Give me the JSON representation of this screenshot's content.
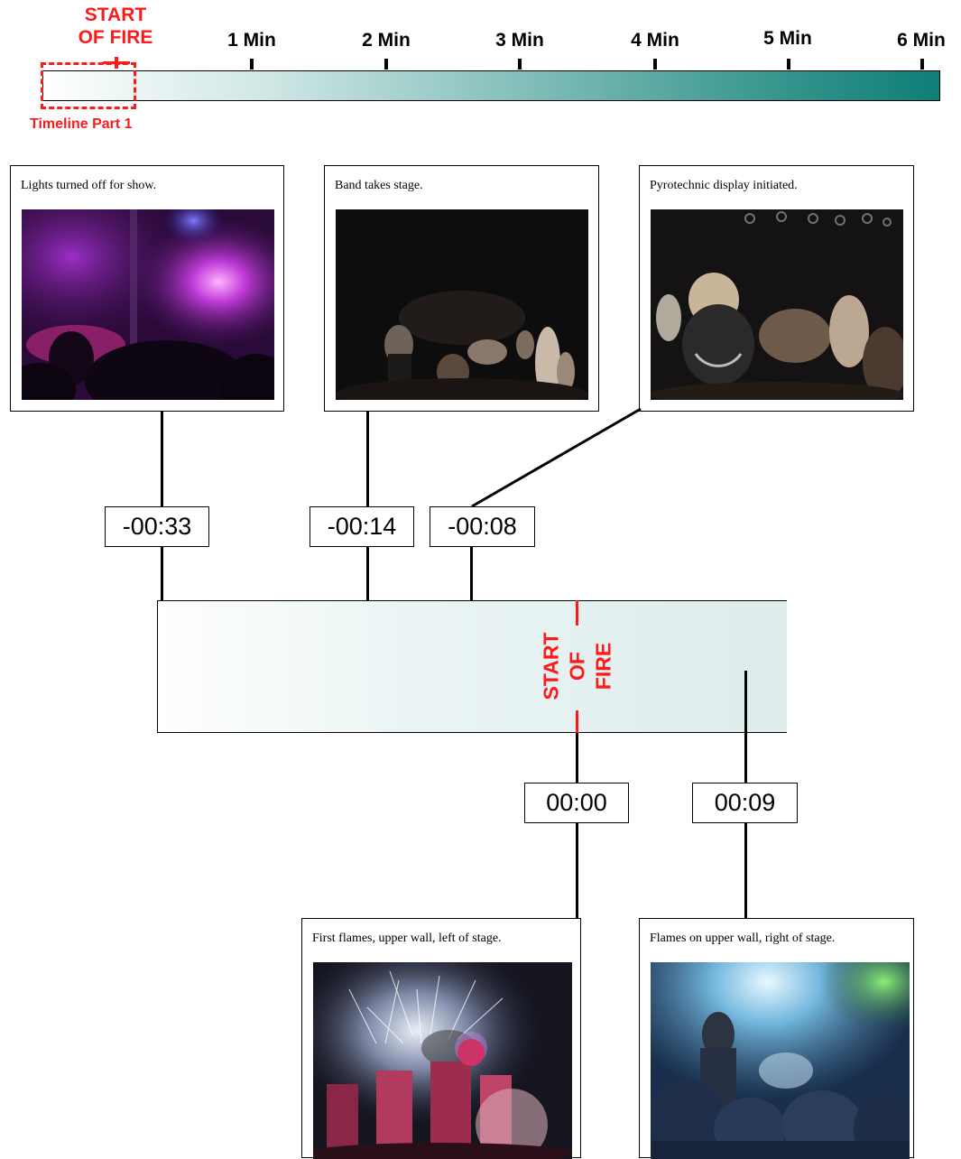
{
  "top_timeline": {
    "start_label_line1": "START",
    "start_label_line2": "OF FIRE",
    "minute_labels": [
      "1 Min",
      "2 Min",
      "3 Min",
      "4 Min",
      "5 Min",
      "6 Min"
    ],
    "part_label": "Timeline Part 1"
  },
  "events_before": [
    {
      "caption": "Lights turned off for show.",
      "time": "-00:33",
      "photo": "concert-purple-lights"
    },
    {
      "caption": "Band takes stage.",
      "time": "-00:14",
      "photo": "dark-crowd-stage"
    },
    {
      "caption": "Pyrotechnic display initiated.",
      "time": "-00:08",
      "photo": "crowd-pyrotechnic"
    }
  ],
  "zoom_timeline": {
    "start_label_line1": "START",
    "start_label_line2": "OF",
    "start_label_line3": "FIRE"
  },
  "events_after": [
    {
      "caption": "First flames, upper wall, left of stage.",
      "time": "00:00",
      "photo": "sparks-upper-wall"
    },
    {
      "caption": "Flames on upper wall, right of stage.",
      "time": "00:09",
      "photo": "bright-stage-crowd"
    }
  ],
  "colors": {
    "accent_red": "#ff1a1a",
    "timeline_teal": "#0f7f77"
  }
}
